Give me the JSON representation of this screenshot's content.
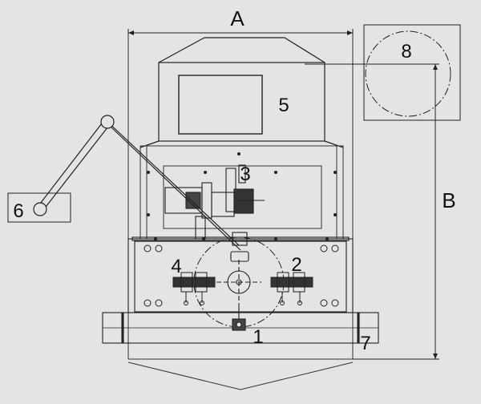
{
  "diagram": {
    "dimension_labels": {
      "width": "A",
      "height": "B"
    },
    "part_labels": {
      "p1": "1",
      "p2": "2",
      "p3": "3",
      "p4": "4",
      "p5": "5",
      "p6": "6",
      "p7": "7",
      "p8": "8"
    }
  }
}
